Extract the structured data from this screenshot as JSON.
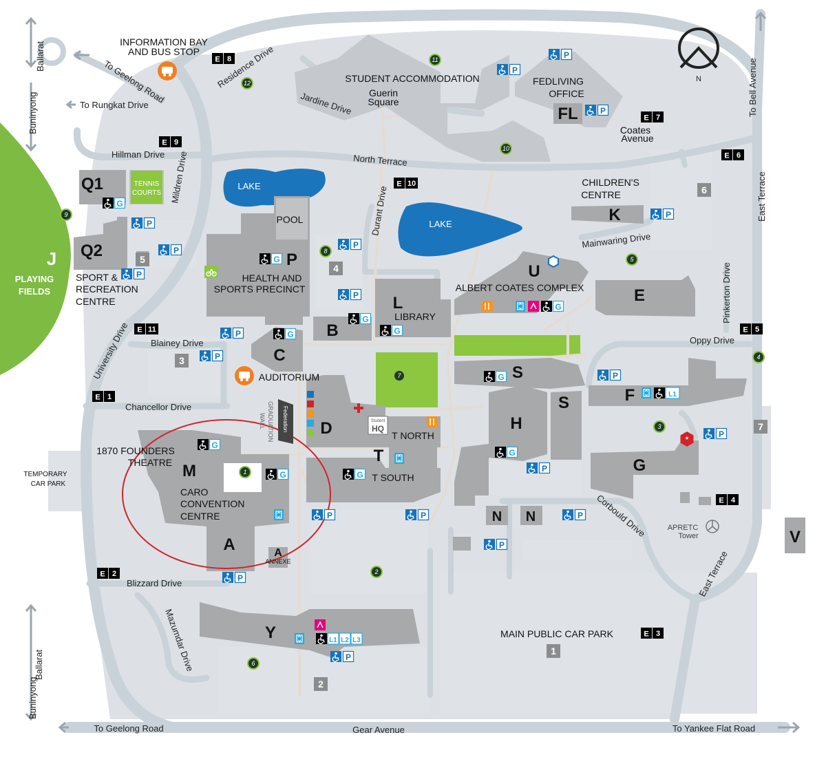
{
  "map": {
    "north_label": "N",
    "buildings": {
      "q1": "Q1",
      "q2": "Q2",
      "p": "P",
      "b": "B",
      "c": "C",
      "l": "L",
      "u": "U",
      "e": "E",
      "k": "K",
      "fl": "FL",
      "s1": "S",
      "s2": "S",
      "h": "H",
      "f": "F",
      "g": "G",
      "d": "D",
      "t": "T",
      "m": "M",
      "a": "A",
      "a_small": "A",
      "n1": "N",
      "n2": "N",
      "y": "Y",
      "v": "V",
      "j": "J"
    },
    "labels": {
      "info_bay_1": "INFORMATION BAY",
      "info_bay_2": "AND BUS STOP",
      "student_accommodation": "STUDENT ACCOMMODATION",
      "guerin_1": "Guerin",
      "guerin_2": "Square",
      "fedliving_1": "FEDLIVING",
      "fedliving_2": "OFFICE",
      "coates_1": "Coates",
      "coates_2": "Avenue",
      "tennis_1": "TENNIS",
      "tennis_2": "COURTS",
      "lake_1": "LAKE",
      "lake_2": "LAKE",
      "pool": "POOL",
      "health_1": "HEALTH AND",
      "health_2": "SPORTS PRECINCT",
      "childrens_1": "CHILDREN'S",
      "childrens_2": "CENTRE",
      "sport_1": "SPORT &",
      "sport_2": "RECREATION",
      "sport_3": "CENTRE",
      "playing_1": "PLAYING",
      "playing_2": "FIELDS",
      "albert_coates": "ALBERT COATES COMPLEX",
      "library": "LIBRARY",
      "auditorium": "AUDITORIUM",
      "graduation_1": "GRADUATION",
      "graduation_2": "WALL",
      "founders_1": "1870 FOUNDERS",
      "founders_2": "THEATRE",
      "caro_1": "CARO",
      "caro_2": "CONVENTION",
      "caro_3": "CENTRE",
      "annexe": "ANNEXE",
      "t_north": "T NORTH",
      "t_south": "T SOUTH",
      "student": "Student",
      "hq": "HQ",
      "temp_1": "TEMPORARY",
      "temp_2": "CAR PARK",
      "apretc_1": "APRETC",
      "apretc_2": "Tower",
      "main_car_park": "MAIN PUBLIC CAR PARK",
      "federation": "Federation"
    },
    "streets": {
      "geelong_road_top": "To Geelong Road",
      "rungkat": "To Rungkat Drive",
      "residence": "Residence Drive",
      "jardine": "Jardine Drive",
      "hillman": "Hillman Drive",
      "mildren": "Mildren Drive",
      "north_terrace": "North Terrace",
      "durant": "Durant Drive",
      "mainwaring": "Mainwaring Drive",
      "pinkerton": "Pinkerton Drive",
      "oppy": "Oppy Drive",
      "bell": "To Bell Avenue",
      "east_terrace_top": "East Terrace",
      "east_terrace_bottom": "East Terrace",
      "university": "University Drive",
      "blainey": "Blainey Drive",
      "chancellor": "Chancellor Drive",
      "corbould": "Corbould Drive",
      "blizzard": "Blizzard Drive",
      "mazumdar": "Mazumdar Drive",
      "gear": "Gear Avenue",
      "geelong_road_bottom": "To Geelong Road",
      "yankee": "To Yankee Flat Road",
      "buninyong_top": "Buninyong",
      "ballarat_top": "Ballarat",
      "buninyong_bottom": "Buninyong",
      "ballarat_bottom": "Ballarat"
    },
    "entrances": {
      "e8": "8",
      "e9": "9",
      "e10": "10",
      "e7": "7",
      "e6": "6",
      "e11": "11",
      "e1": "1",
      "e5": "5",
      "e2": "2",
      "e4": "4",
      "e3": "3"
    },
    "car_parks": {
      "cp1": "1",
      "cp2": "2",
      "cp3": "3",
      "cp4": "4",
      "cp5": "5",
      "cp6": "6",
      "cp7": "7"
    },
    "points": {
      "pt1": "1",
      "pt2": "2",
      "pt3": "3",
      "pt4": "4",
      "pt5": "5",
      "pt6": "6",
      "pt7": "7",
      "pt8": "8",
      "pt9": "9",
      "pt10": "10",
      "pt11": "11",
      "pt12": "12"
    },
    "icons": {
      "p": "P",
      "g": "G",
      "l1": "L1",
      "l2": "L2",
      "l3": "L3"
    },
    "colors": {
      "building": "#a8a9ab",
      "road": "#c9d2d8",
      "lake": "#1b75bc",
      "playing_fields": "#7dbb42",
      "green": "#8dc63f",
      "accessible_blue": "#1574bb",
      "bus_orange": "#f07f22",
      "highlight_circle": "#d2232a"
    }
  }
}
